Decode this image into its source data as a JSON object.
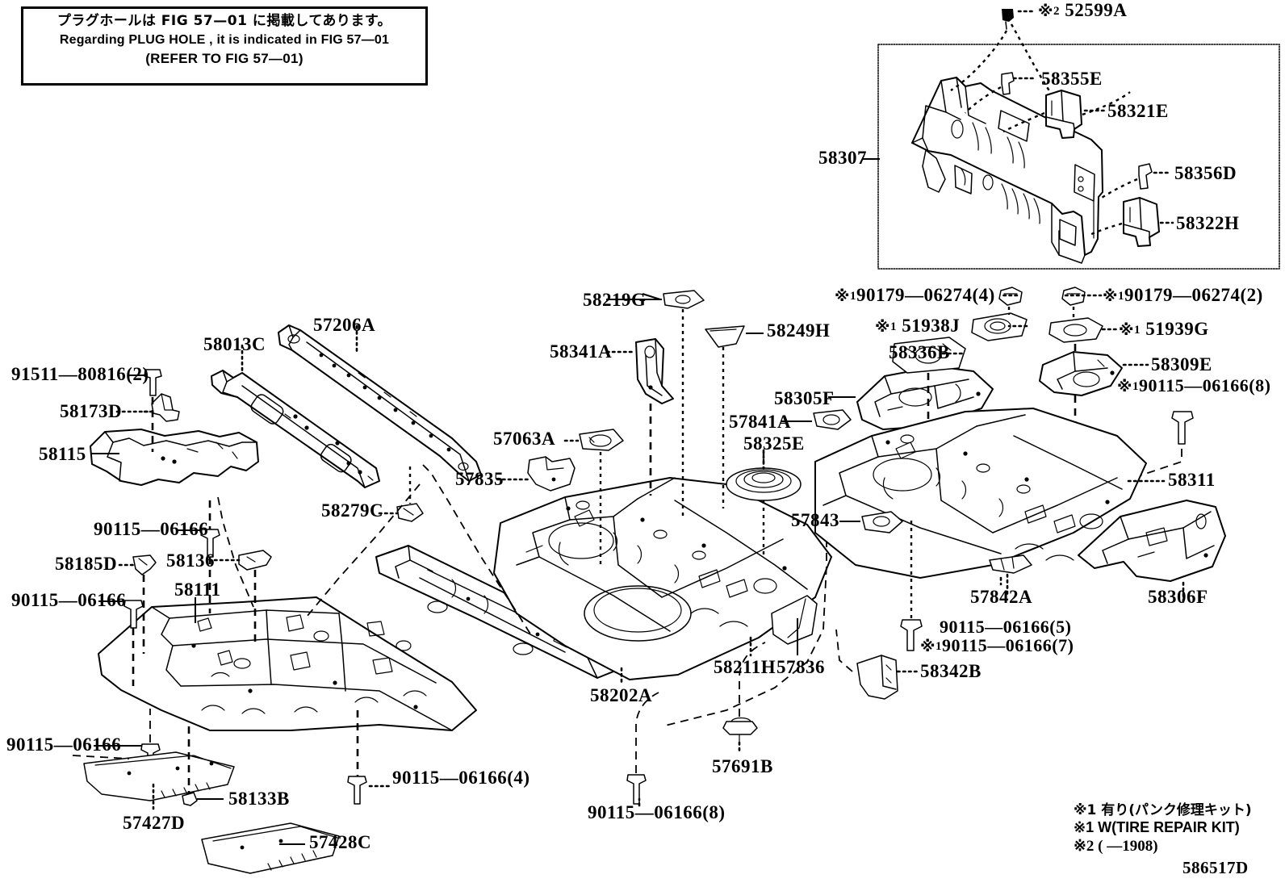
{
  "note_box": {
    "japanese": "プラグホールは FIG 57—01 に掲載してあります。",
    "english": "Regarding  PLUG  HOLE , it is indicated in  FIG  57—01",
    "refer": "(REFER TO FIG 57—01)"
  },
  "inset_labels": [
    {
      "id": "52599A",
      "text": "※2 52599A"
    },
    {
      "id": "58355E",
      "text": "58355E"
    },
    {
      "id": "58321E",
      "text": "58321E"
    },
    {
      "id": "58307",
      "text": "58307"
    },
    {
      "id": "58356D",
      "text": "58356D"
    },
    {
      "id": "58322H",
      "text": "58322H"
    }
  ],
  "part_labels": [
    {
      "id": "91511-80816",
      "text": "91511—80816(2)"
    },
    {
      "id": "58173D",
      "text": "58173D"
    },
    {
      "id": "58115",
      "text": "58115"
    },
    {
      "id": "58013C",
      "text": "58013C"
    },
    {
      "id": "57206A",
      "text": "57206A"
    },
    {
      "id": "57063A",
      "text": "57063A"
    },
    {
      "id": "57835",
      "text": "57835"
    },
    {
      "id": "58279C",
      "text": "58279C"
    },
    {
      "id": "90115-06166-a",
      "text": "90115—06166"
    },
    {
      "id": "58185D",
      "text": "58185D"
    },
    {
      "id": "58136",
      "text": "58136"
    },
    {
      "id": "58111",
      "text": "58111"
    },
    {
      "id": "90115-06166-b",
      "text": "90115—06166"
    },
    {
      "id": "90115-06166-c",
      "text": "90115—06166"
    },
    {
      "id": "58133B",
      "text": "58133B"
    },
    {
      "id": "57427D",
      "text": "57427D"
    },
    {
      "id": "57428C",
      "text": "57428C"
    },
    {
      "id": "90115-06166-4",
      "text": "90115—06166(4)"
    },
    {
      "id": "90115-06166-8",
      "text": "90115—06166(8)"
    },
    {
      "id": "58219G",
      "text": "58219G"
    },
    {
      "id": "58341A",
      "text": "58341A"
    },
    {
      "id": "58249H",
      "text": "58249H"
    },
    {
      "id": "58202A",
      "text": "58202A"
    },
    {
      "id": "58211H",
      "text": "58211H"
    },
    {
      "id": "57836",
      "text": "57836"
    },
    {
      "id": "57691B",
      "text": "57691B"
    },
    {
      "id": "57841A",
      "text": "57841A"
    },
    {
      "id": "58325E",
      "text": "58325E"
    },
    {
      "id": "58305F",
      "text": "58305F"
    },
    {
      "id": "57843",
      "text": "57843"
    },
    {
      "id": "57842A",
      "text": "57842A"
    },
    {
      "id": "58342B",
      "text": "58342B"
    },
    {
      "id": "58336B",
      "text": "58336B"
    },
    {
      "id": "58311",
      "text": "58311"
    },
    {
      "id": "58306F",
      "text": "58306F"
    },
    {
      "id": "58309E",
      "text": "58309E"
    }
  ],
  "starred_labels": [
    {
      "id": "90179-06274-4",
      "star": "※1",
      "text": "90179—06274(4)"
    },
    {
      "id": "90179-06274-2",
      "star": "※1",
      "text": "90179—06274(2)"
    },
    {
      "id": "51938J",
      "star": "※1",
      "text": "51938J"
    },
    {
      "id": "51939G",
      "star": "※1",
      "text": "51939G"
    },
    {
      "id": "90115-06166-8s",
      "star": "※1",
      "text": "90115—06166(8)"
    },
    {
      "id": "90115-06166-5",
      "star": "",
      "text": "90115—06166(5)"
    },
    {
      "id": "90115-06166-7",
      "star": "※1",
      "text": "90115—06166(7)"
    }
  ],
  "legend": {
    "line1_jp": "※1 有り(パンク修理キット)",
    "line2_en": "※1 W(TIRE REPAIR KIT)",
    "line3": "※2 (      —1908)",
    "figure_code": "586517D"
  },
  "colors": {
    "ink": "#000000",
    "paper": "#ffffff"
  }
}
